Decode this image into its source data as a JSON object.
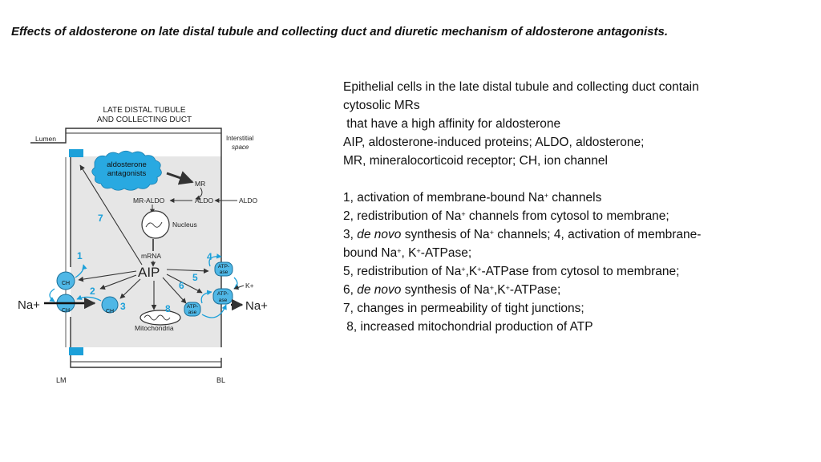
{
  "title": "Effects of aldosterone on late distal tubule and collecting duct and diuretic mechanism of aldosterone antagonists.",
  "diagram": {
    "heading_line1": "LATE DISTAL TUBULE",
    "heading_line2": "AND COLLECTING DUCT",
    "lumen": "Lumen",
    "interstitial_line1": "Interstitial",
    "interstitial_line2": "space",
    "antagonists_line1": "aldosterone",
    "antagonists_line2": "antagonists",
    "mr": "MR",
    "mr_aldo": "MR-ALDO",
    "aldo_inner": "ALDO",
    "aldo_outer": "ALDO",
    "nucleus": "Nucleus",
    "mrna": "mRNA",
    "aip": "AIP",
    "ch_upper": "CH",
    "ch_lower": "CH",
    "ch_cytosol": "CH",
    "atpase_top_line1": "ATP-",
    "atpase_top_line2": "ase",
    "atpase_right_line1": "ATP-",
    "atpase_right_line2": "ase",
    "atpase_bottom_line1": "ATP-",
    "atpase_bottom_line2": "ase",
    "na_left": "Na+",
    "na_right": "Na+",
    "k_plus": "K+",
    "mitochondria": "Mitochondria",
    "lm": "LM",
    "bl": "BL",
    "step_labels": [
      "1",
      "2",
      "3",
      "4",
      "5",
      "6",
      "7",
      "8"
    ],
    "colors": {
      "cell_fill": "#e6e6e6",
      "junction": "#1ca0d9",
      "cloud": "#29a9e1",
      "channel": "#4fb7e6",
      "number": "#1ca0d9",
      "stroke": "#333333"
    }
  },
  "notes": {
    "line1": "Epithelial cells in the late distal tubule and collecting duct contain",
    "line2": "cytosolic MRs",
    "line3": " that have a high affinity for aldosterone",
    "line4": "AIP, aldosterone-induced proteins; ALDO, aldosterone;",
    "line5": "MR, mineralocorticoid receptor; CH, ion channel",
    "line6a": "1, activation of membrane-bound Na",
    "line6b": " channels",
    "line7a": "2, redistribution of Na",
    "line7b": " channels from cytosol to membrane;",
    "line8a": "3, ",
    "line8b": "de novo",
    "line8c": " synthesis of Na",
    "line8d": " channels; 4, activation of membrane-",
    "line9a": "bound Na",
    "line9b": ", K",
    "line9c": "-ATPase;",
    "line10a": "5, redistribution of Na",
    "line10b": ",K",
    "line10c": "-ATPase from cytosol to membrane;",
    "line11a": "6, ",
    "line11b": "de novo",
    "line11c": " synthesis of Na",
    "line11d": ",K",
    "line11e": "-ATPase;",
    "line12": "7, changes in permeability of tight junctions;",
    "line13": " 8, increased mitochondrial production of ATP",
    "plus": "+"
  }
}
